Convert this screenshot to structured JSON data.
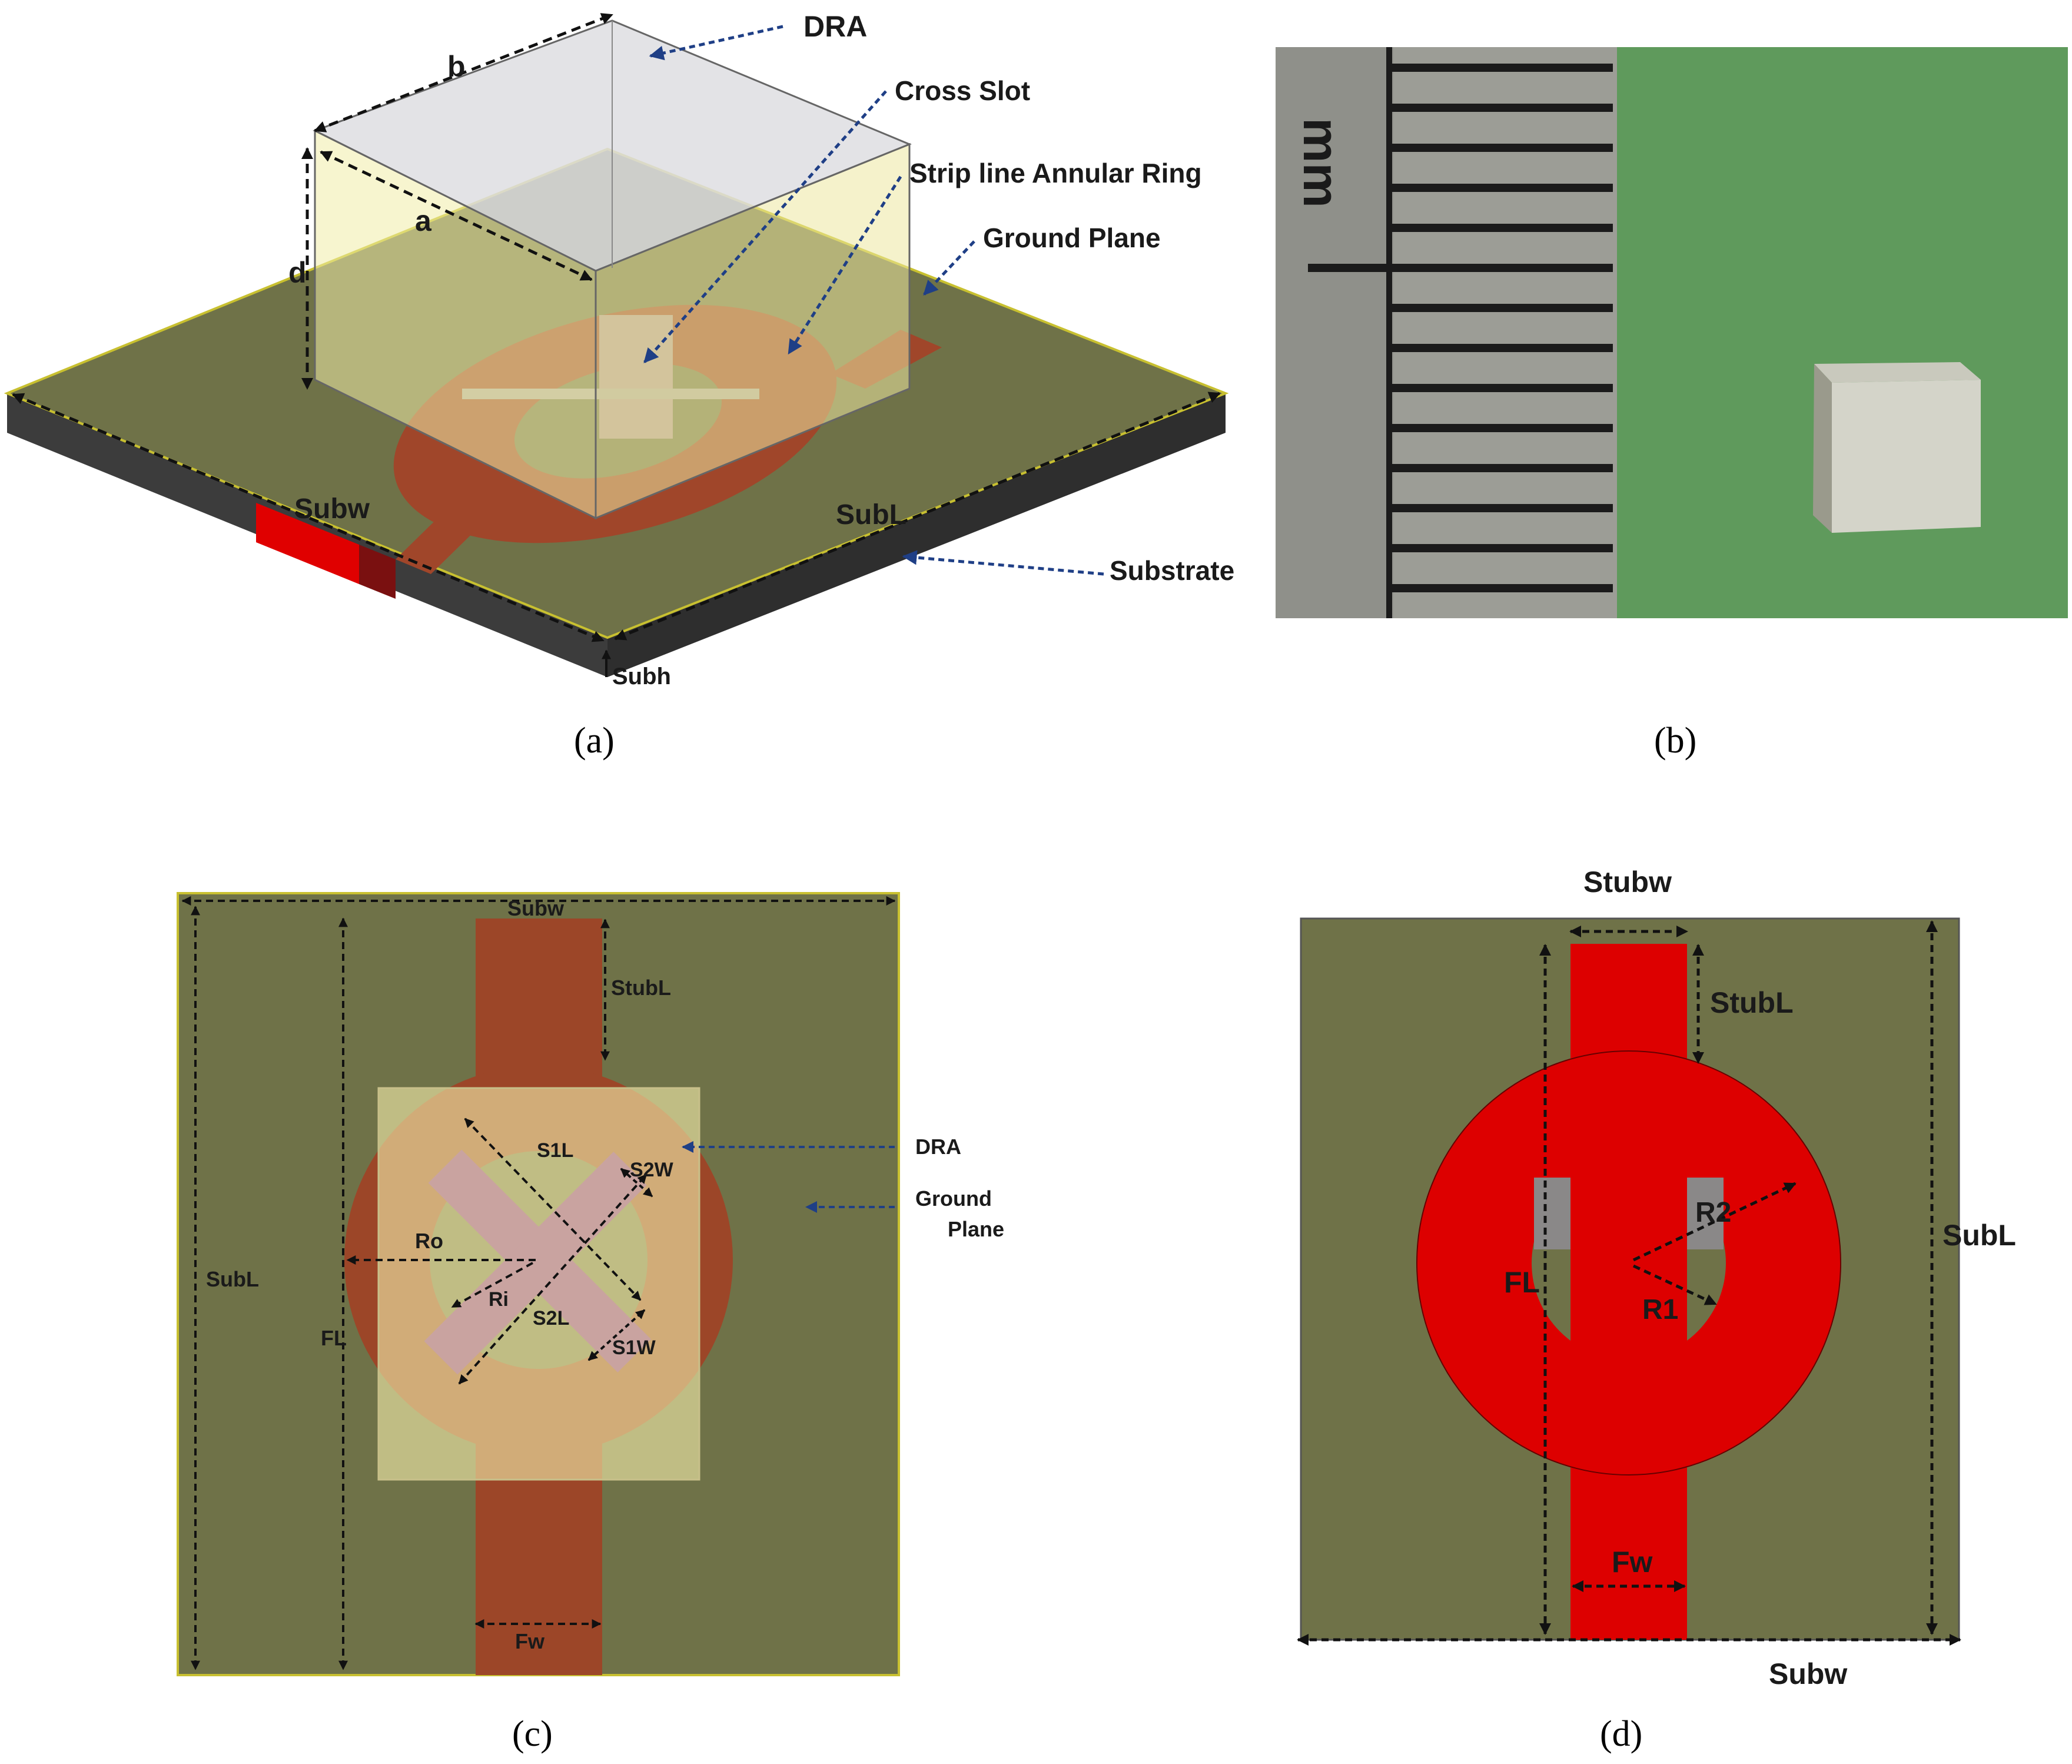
{
  "colors": {
    "ground": "#6f7248",
    "substrate_side": "#3c3c3c",
    "feed_dark": "#9c4628",
    "feed_red": "#dd0000",
    "dra_overlay": "#f2f0b4",
    "dra_face": "#d9d9dc",
    "photo_green": "#5f9a5c",
    "arrow": "#111111",
    "pointer": "#1f3f86"
  },
  "panels": {
    "a": {
      "caption": "(a)",
      "labels": {
        "dra": "DRA",
        "cross_slot": "Cross Slot",
        "strip_ring": "Strip line Annular Ring",
        "ground": "Ground Plane",
        "substrate": "Substrate",
        "b": "b",
        "a": "a",
        "d": "d",
        "subw": "Subw",
        "subl": "SubL",
        "subh": "Subh"
      }
    },
    "b": {
      "caption": "(b)",
      "ruler_unit": "mm",
      "icons": [
        "ruler-photo",
        "dra-sample-photo"
      ]
    },
    "c": {
      "caption": "(c)",
      "labels": {
        "subw": "Subw",
        "subl": "SubL",
        "stubl": "StubL",
        "fl": "FL",
        "fw": "Fw",
        "ro": "Ro",
        "ri": "Ri",
        "s1l": "S1L",
        "s2l": "S2L",
        "s1w": "S1W",
        "s2w": "S2W",
        "dra": "DRA",
        "ground_1": "Ground",
        "ground_2": "Plane"
      }
    },
    "d": {
      "caption": "(d)",
      "labels": {
        "stubw": "Stubw",
        "stubl": "StubL",
        "subl": "SubL",
        "subw": "Subw",
        "fl": "FL",
        "fw": "Fw",
        "r1": "R1",
        "r2": "R2"
      }
    }
  }
}
